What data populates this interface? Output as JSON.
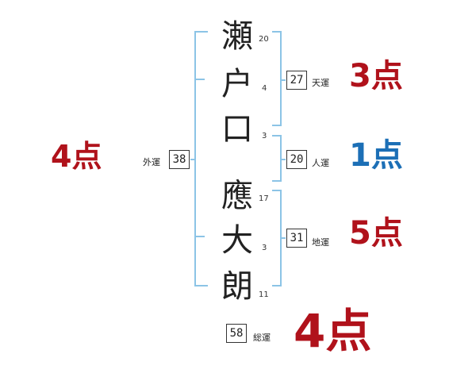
{
  "name_chars": [
    {
      "char": "瀬",
      "strokes": "20"
    },
    {
      "char": "户",
      "strokes": "4"
    },
    {
      "char": "口",
      "strokes": "3"
    },
    {
      "char": "應",
      "strokes": "17"
    },
    {
      "char": "大",
      "strokes": "3"
    },
    {
      "char": "朗",
      "strokes": "11"
    }
  ],
  "fortunes": {
    "tenkaku": {
      "label": "天運",
      "value": "27",
      "score": "3点"
    },
    "jinkaku": {
      "label": "人運",
      "value": "20",
      "score": "1点"
    },
    "chikaku": {
      "label": "地運",
      "value": "31",
      "score": "5点"
    },
    "gaikaku": {
      "label": "外運",
      "value": "38",
      "score": "4点"
    },
    "soukaku": {
      "label": "総運",
      "value": "58",
      "score": "4点"
    }
  },
  "colors": {
    "bracket": "#8cc4e6",
    "score_red": "#b0121b",
    "score_blue": "#1c6fb6"
  }
}
